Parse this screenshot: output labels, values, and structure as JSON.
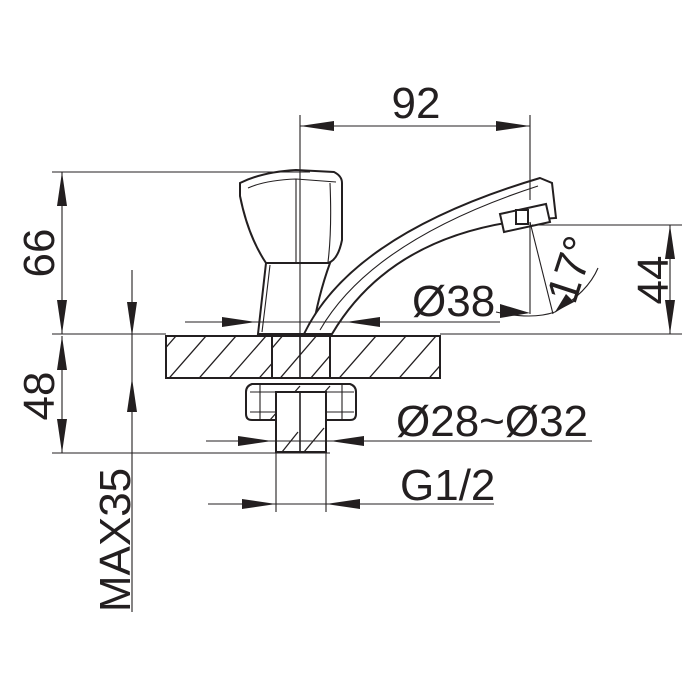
{
  "dimensions": {
    "spout_reach": "92",
    "total_height": "66",
    "spout_height": "44",
    "base_diameter": "Ø38",
    "spout_angle": "17°",
    "under_deck_length": "48",
    "hole_diameter_range": "Ø28~Ø32",
    "thread_size": "G1/2",
    "max_deck_thickness": "MAX35"
  }
}
